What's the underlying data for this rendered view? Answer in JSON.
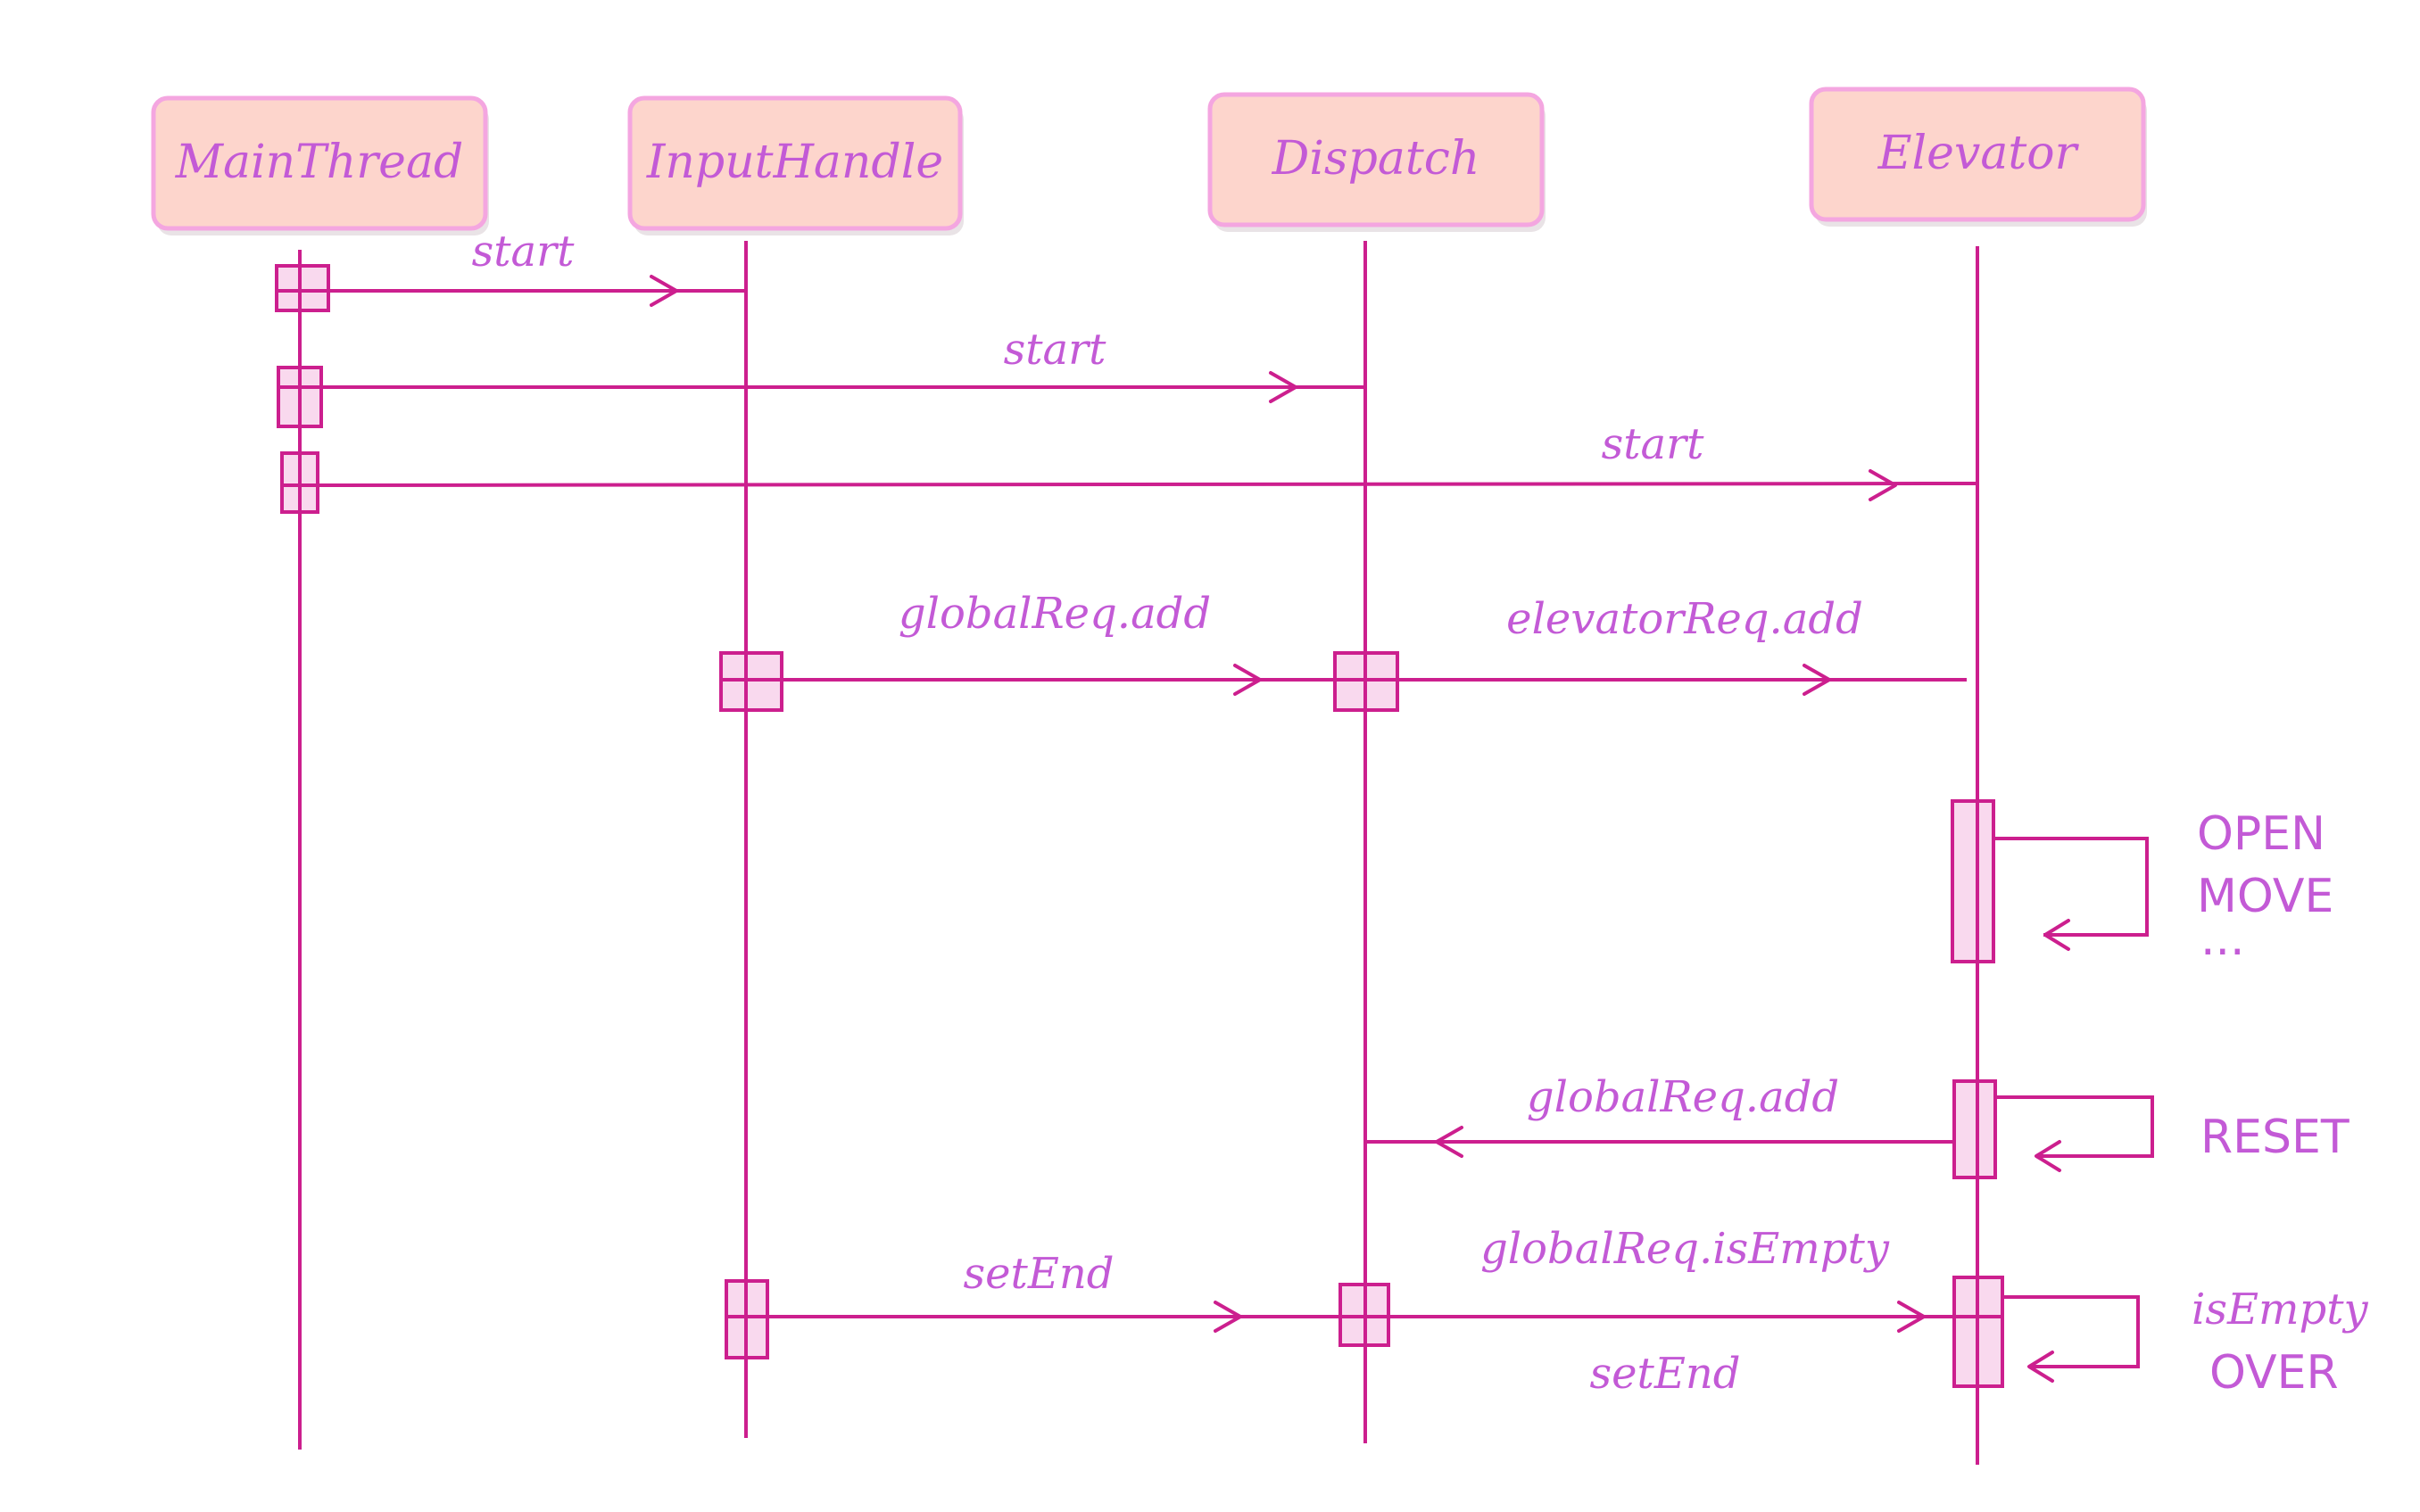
{
  "actors": [
    {
      "id": "main",
      "label": "MainThread"
    },
    {
      "id": "input",
      "label": "InputHandle"
    },
    {
      "id": "dispatch",
      "label": "Dispatch"
    },
    {
      "id": "elevator",
      "label": "Elevator"
    }
  ],
  "messages": [
    {
      "from": "main",
      "to": "input",
      "label": "start"
    },
    {
      "from": "main",
      "to": "dispatch",
      "label": "start"
    },
    {
      "from": "main",
      "to": "elevator",
      "label": "start"
    },
    {
      "from": "input",
      "to": "dispatch",
      "label": "globalReq.add"
    },
    {
      "from": "dispatch",
      "to": "elevator",
      "label": "elevatorReq.add"
    },
    {
      "from": "elevator",
      "to": "dispatch",
      "label": "globalReq.add"
    },
    {
      "from": "input",
      "to": "dispatch",
      "label": "setEnd"
    },
    {
      "from": "dispatch",
      "to": "elevator",
      "label": "globalReq.isEmpty"
    },
    {
      "from": "dispatch",
      "to": "elevator",
      "label": "setEnd",
      "label_position": "below"
    }
  ],
  "self_calls": [
    {
      "actor": "elevator",
      "lines": [
        "OPEN",
        "MOVE",
        "..."
      ]
    },
    {
      "actor": "elevator",
      "lines": [
        "RESET"
      ]
    },
    {
      "actor": "elevator",
      "lines": [
        "isEmpty",
        "OVER"
      ]
    }
  ],
  "colors": {
    "line": "#cc1f8e",
    "text": "#c35ad6",
    "actor_fill": "#fdd5cc",
    "actor_border": "#f4a6e0",
    "activation_fill": "#f9d9ee"
  }
}
